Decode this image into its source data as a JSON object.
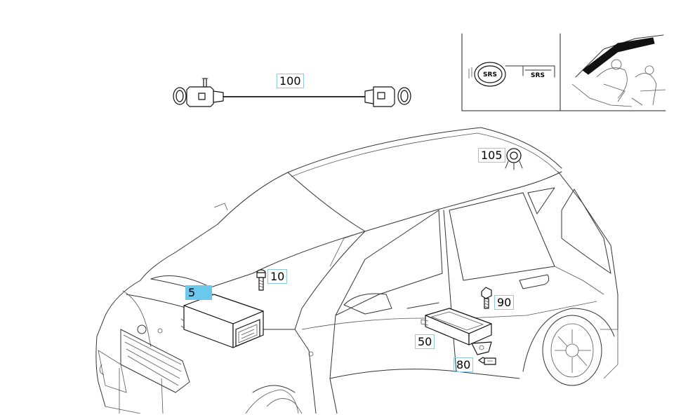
{
  "callouts": {
    "c100": "100",
    "c105": "105",
    "c10": "10",
    "c5": "5",
    "c90": "90",
    "c50": "50",
    "c80": "80"
  },
  "inset": {
    "badge_left": "SRS",
    "badge_right": "SRS"
  },
  "colors": {
    "highlight": "#6cc7ec",
    "callout_border": "#8ecae6",
    "line": "#333333",
    "inset_fill": "#111111"
  },
  "icons": [
    "connector-plug-icon",
    "cable-harness",
    "control-unit",
    "bolt-icon",
    "screw-icon",
    "sensor-module",
    "clip-icon",
    "srs-badge"
  ]
}
